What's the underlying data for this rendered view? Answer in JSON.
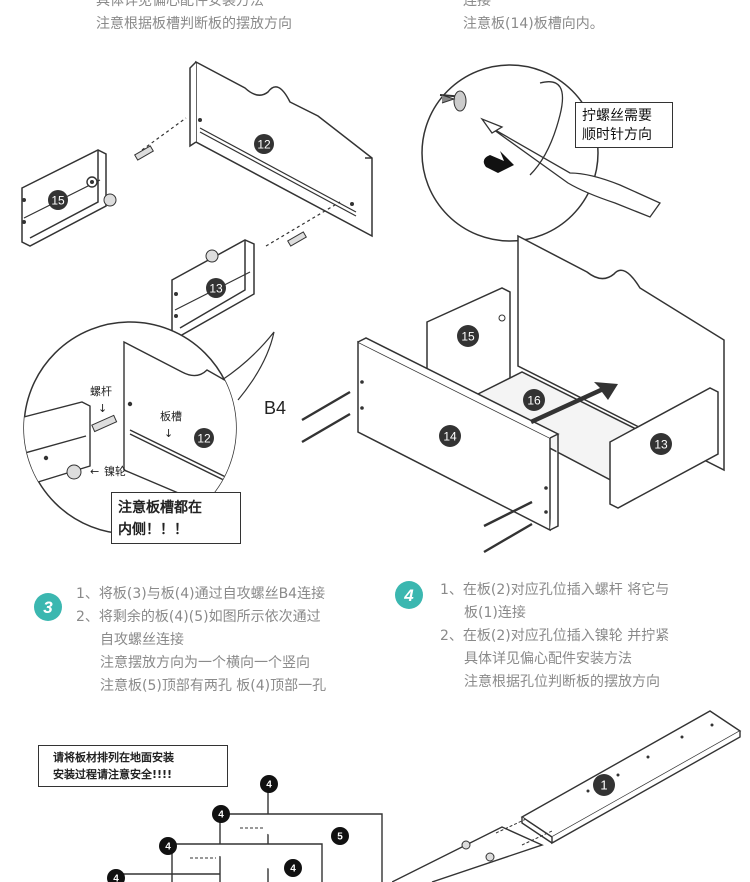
{
  "top_left_text": {
    "line1": "具体详见偏心配件安装方法",
    "line2": "注意根据板槽判断板的摆放方向"
  },
  "top_right_text": {
    "line1": "连接",
    "line2": "注意板(14)板槽向内。"
  },
  "diagram_a": {
    "panel_12": "12",
    "panel_15": "15",
    "panel_13": "13",
    "zoom_label_bolt": "螺杆",
    "zoom_label_groove": "板槽",
    "zoom_label_nut": "镍轮",
    "zoom_panel_12": "12",
    "note": {
      "line1": "注意板槽都在",
      "line2": "内侧！！！"
    }
  },
  "diagram_b": {
    "screw_note": {
      "line1": "拧螺丝需要",
      "line2": "顺时针方向"
    },
    "screw_label": "B4",
    "panel_15": "15",
    "panel_16": "16",
    "panel_14": "14",
    "panel_13": "13"
  },
  "step3": {
    "number": "3",
    "lines": [
      "1、将板(3)与板(4)通过自攻螺丝B4连接",
      "2、将剩余的板(4)(5)如图所示依次通过",
      "自攻螺丝连接",
      "注意摆放方向为一个横向一个竖向",
      "注意板(5)顶部有两孔 板(4)顶部一孔"
    ]
  },
  "step4": {
    "number": "4",
    "lines": [
      "1、在板(2)对应孔位插入螺杆 将它与",
      "板(1)连接",
      "2、在板(2)对应孔位插入镍轮 并拧紧",
      "具体详见偏心配件安装方法",
      "注意根据孔位判断板的摆放方向"
    ]
  },
  "bottom_note": {
    "line1": "请将板材排列在地面安装",
    "line2": "安装过程请注意安全!!!!"
  },
  "diagram_c": {
    "labels": [
      "4",
      "4",
      "5",
      "4",
      "4",
      "4"
    ]
  },
  "diagram_d": {
    "panel_1": "1"
  },
  "colors": {
    "accent_teal": "#3bb7b0",
    "text_gray": "#8a8a8a",
    "line": "#333333"
  }
}
